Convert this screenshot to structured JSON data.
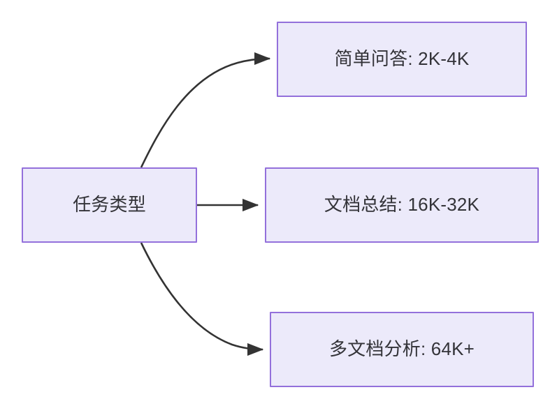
{
  "diagram": {
    "type": "flowchart",
    "direction": "left-to-right",
    "background_color": "#FFFFFF",
    "node_fill_color": "#ECEAFA",
    "node_border_color": "#9370DB",
    "node_text_color": "#333338",
    "edge_color": "#333333",
    "root": {
      "id": "root",
      "label": "任务类型"
    },
    "children": [
      {
        "id": "child-0",
        "label": "简单问答: 2K-4K",
        "edge_style": "curved"
      },
      {
        "id": "child-1",
        "label": "文档总结: 16K-32K",
        "edge_style": "straight"
      },
      {
        "id": "child-2",
        "label": "多文档分析: 64K+",
        "edge_style": "curved"
      }
    ]
  }
}
